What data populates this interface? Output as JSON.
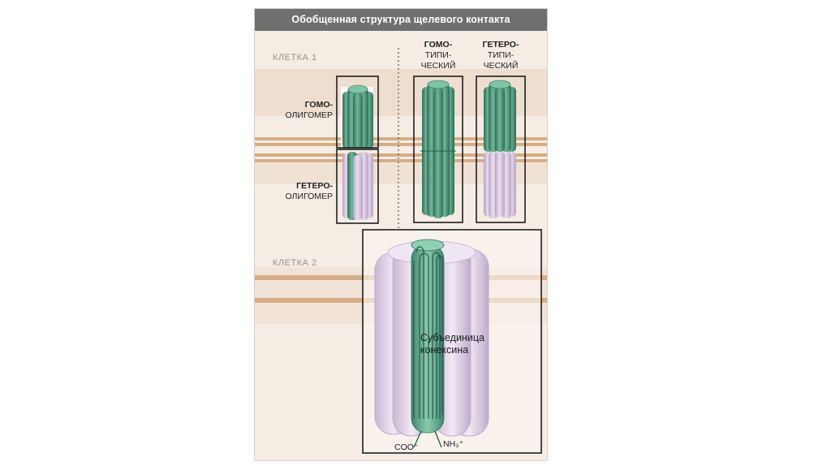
{
  "title": "Обобщенная структура щелевого контакта",
  "cell1_label": "КЛЕТКА 1",
  "cell2_label": "КЛЕТКА 2",
  "homo_oligomer": [
    "ГОМО-",
    "ОЛИГОМЕР"
  ],
  "hetero_oligomer": [
    "ГЕТЕРО-",
    "ОЛИГОМЕР"
  ],
  "homotypic": [
    "ГОМО-",
    "ТИПИ-",
    "ЧЕСКИЙ"
  ],
  "heterotypic": [
    "ГЕТЕРО-",
    "ТИПИ-",
    "ЧЕСКИЙ"
  ],
  "subunit_label": [
    "Субъединица",
    "конексина"
  ],
  "terminus_c": "COO⁻",
  "terminus_n": "NH₃⁺",
  "colors": {
    "green": "#4e9a7f",
    "green_dark": "#2f6e58",
    "pink": "#d7c6e0",
    "pink_dark": "#b9a3c6",
    "membrane": "#d9b593",
    "title_bar": "#6f6f6f"
  }
}
